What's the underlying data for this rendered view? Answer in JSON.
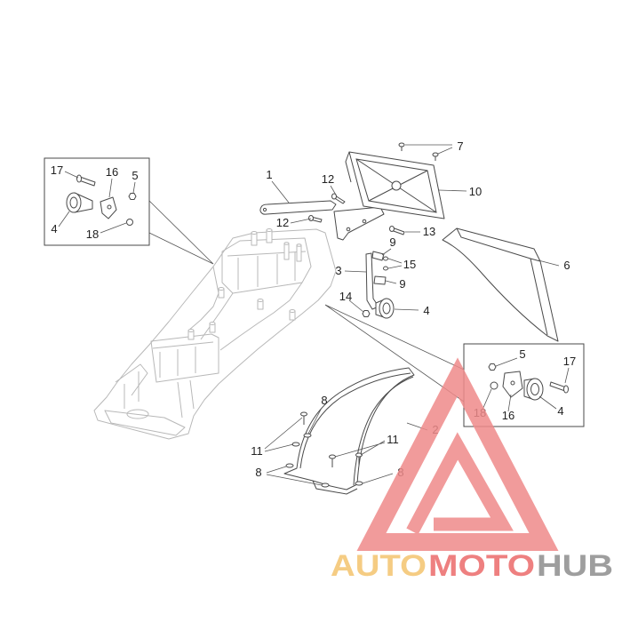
{
  "callouts": {
    "left_inset": [
      "17",
      "16",
      "5",
      "4",
      "18"
    ],
    "main": [
      "1",
      "12",
      "12",
      "7",
      "10",
      "13",
      "9",
      "15",
      "3",
      "9",
      "6",
      "14",
      "4"
    ],
    "right_inset": [
      "5",
      "17",
      "18",
      "16",
      "4"
    ],
    "lower": [
      "8",
      "2",
      "11",
      "11",
      "8",
      "8"
    ]
  },
  "watermark": {
    "word_1": "AUTO",
    "word_2": "MOTO",
    "word_3": "HUB"
  },
  "colors": {
    "background": "#ffffff",
    "part_line": "#4a4a4a",
    "frame_line": "#b8b8b8",
    "callout_text": "#222222",
    "watermark_mark": "#ef8a8a",
    "watermark_auto": "#f4c46e",
    "watermark_moto": "#ec6a6a",
    "watermark_hub": "#8e8e8e"
  }
}
